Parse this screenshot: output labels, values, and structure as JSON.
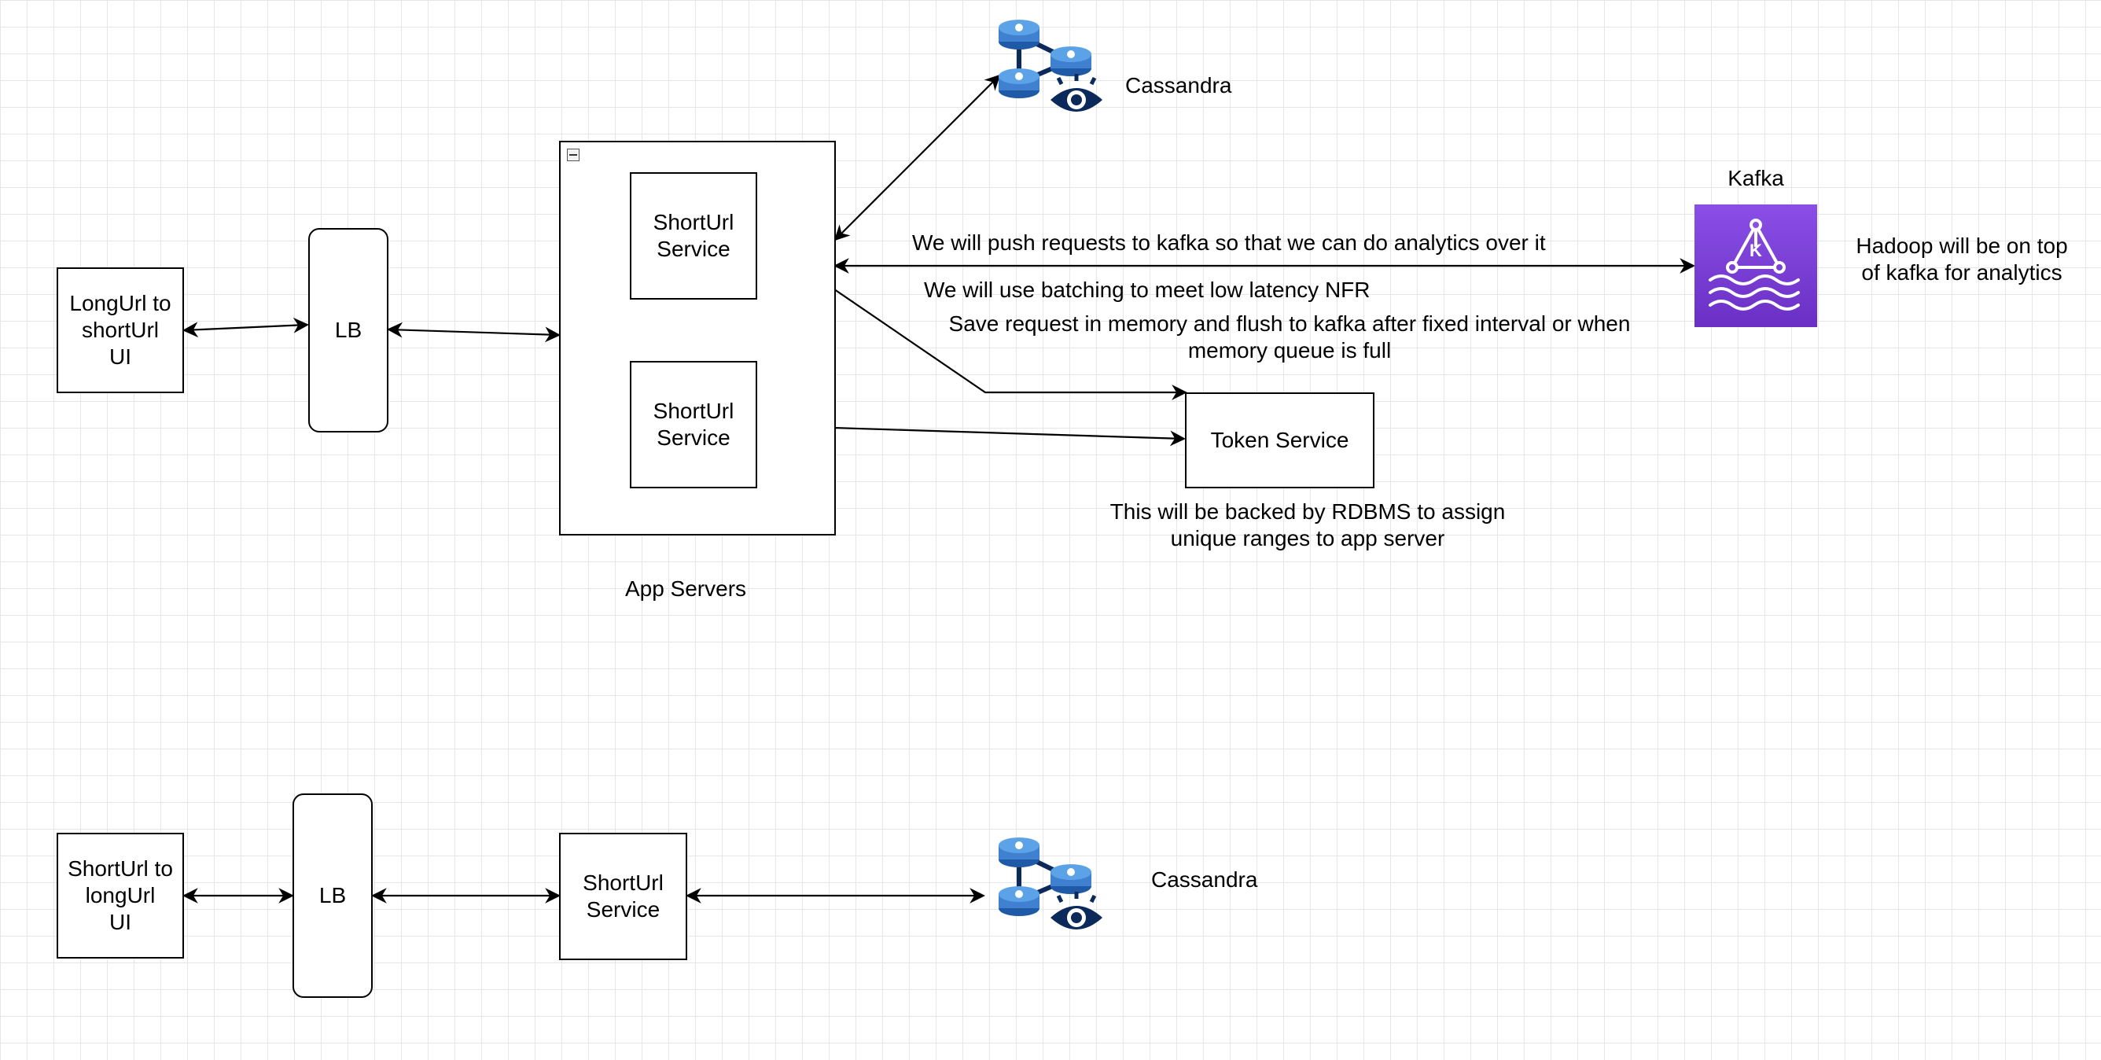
{
  "top": {
    "client_box": "LongUrl to\nshortUrl\nUI",
    "lb": "LB",
    "service_1": "ShortUrl\nService",
    "service_2": "ShortUrl\nService",
    "app_servers_label": "App Servers",
    "cassandra_label": "Cassandra",
    "kafka_label": "Kafka",
    "token_service": "Token Service",
    "note_kafka_push": "We will push requests to kafka so that we can do analytics over it",
    "note_batching": "We will use batching to meet low latency NFR",
    "note_flush": "Save request in memory and flush to kafka after fixed interval or when\nmemory queue is full",
    "note_hadoop": "Hadoop will be on top\nof kafka for analytics",
    "note_rdbms": "This will be backed by RDBMS to assign\nunique ranges to app server"
  },
  "bottom": {
    "client_box": "ShortUrl to\nlongUrl\nUI",
    "lb": "LB",
    "service": "ShortUrl\nService",
    "cassandra_label": "Cassandra"
  },
  "icons": {
    "cassandra": "database-cluster-eye-icon",
    "kafka": "kafka-icon"
  },
  "colors": {
    "db_blue_light": "#5ba3e6",
    "db_blue_dark": "#1f5aa6",
    "eye_navy": "#0b2a5b",
    "kafka_purple_top": "#8a4fe6",
    "kafka_purple_bottom": "#6a2fc4"
  }
}
